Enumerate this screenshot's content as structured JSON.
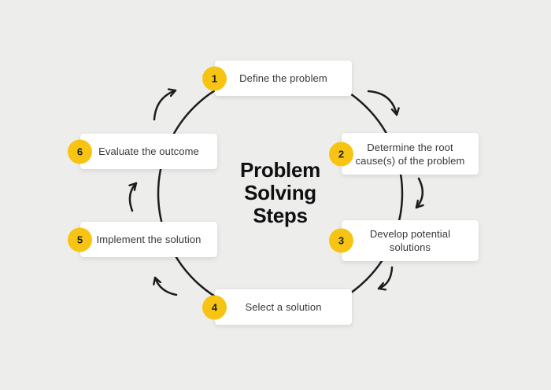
{
  "title": {
    "lines": [
      "Problem",
      "Solving",
      "Steps"
    ]
  },
  "steps": [
    {
      "number": "1",
      "label": "Define the problem"
    },
    {
      "number": "2",
      "label": "Determine the root cause(s) of the problem"
    },
    {
      "number": "3",
      "label": "Develop potential solutions"
    },
    {
      "number": "4",
      "label": "Select a solution"
    },
    {
      "number": "5",
      "label": "Implement the solution"
    },
    {
      "number": "6",
      "label": "Evaluate the outcome"
    }
  ],
  "colors": {
    "background": "#EDEDEB",
    "card": "#FFFFFF",
    "badge": "#F7C413",
    "text": "#35373A",
    "line": "#1C1C1E"
  }
}
